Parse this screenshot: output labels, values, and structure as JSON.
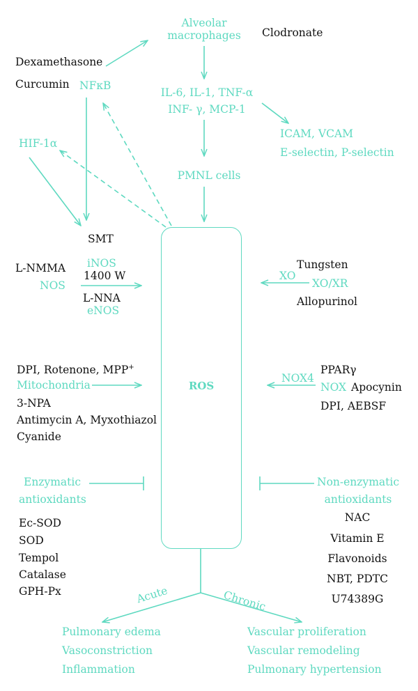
{
  "center": "ROS",
  "colors": {
    "accent": "#5ed9c0",
    "text": "#111111"
  },
  "top": {
    "alveolar_1": "Alveolar",
    "alveolar_2": "macrophages",
    "clodronate": "Clodronate",
    "dexamethasone": "Dexamethasone",
    "curcumin": "Curcumin",
    "nfkb": "NFκB",
    "cytokines_1": "IL-6, IL-1, TNF-α",
    "cytokines_2": "INF- γ, MCP-1",
    "adhesion_1": "ICAM, VCAM",
    "adhesion_2": "E-selectin, P-selectin",
    "hif": "HIF-1α",
    "pmnl": "PMNL cells",
    "smt": "SMT"
  },
  "nos": {
    "lnmma": "L-NMMA",
    "inos": "iNOS",
    "w1400": "1400 W",
    "nos": "NOS",
    "lnna": "L-NNA",
    "enos": "eNOS"
  },
  "xo": {
    "tungsten": "Tungsten",
    "xo": "XO",
    "xoxr": "XO/XR",
    "allopurinol": "Allopurinol"
  },
  "mito": {
    "inhib1": "DPI, Rotenone, MPP",
    "inhib1_sup": "+",
    "label": "Mitochondria",
    "inhib2": "3-NPA",
    "inhib3": "Antimycin A, Myxothiazol",
    "inhib4": "Cyanide"
  },
  "nox": {
    "nox4": "NOX4",
    "ppar": "PPARγ",
    "nox": "NOX",
    "apocynin": "Apocynin",
    "dpi": "DPI, AEBSF"
  },
  "enzymatic": {
    "title_1": "Enzymatic",
    "title_2": "antioxidants",
    "items": [
      "Ec-SOD",
      "SOD",
      "Tempol",
      "Catalase",
      "GPH-Px"
    ]
  },
  "nonenzymatic": {
    "title_1": "Non-enzymatic",
    "title_2": "antioxidants",
    "items": [
      "NAC",
      "Vitamin E",
      "Flavonoids",
      "NBT, PDTC",
      "U74389G"
    ]
  },
  "outcomes": {
    "acute_label": "Acute",
    "chronic_label": "Chronic",
    "acute": [
      "Pulmonary edema",
      "Vasoconstriction",
      "Inflammation"
    ],
    "chronic": [
      "Vascular proliferation",
      "Vascular remodeling",
      "Pulmonary hypertension"
    ]
  }
}
